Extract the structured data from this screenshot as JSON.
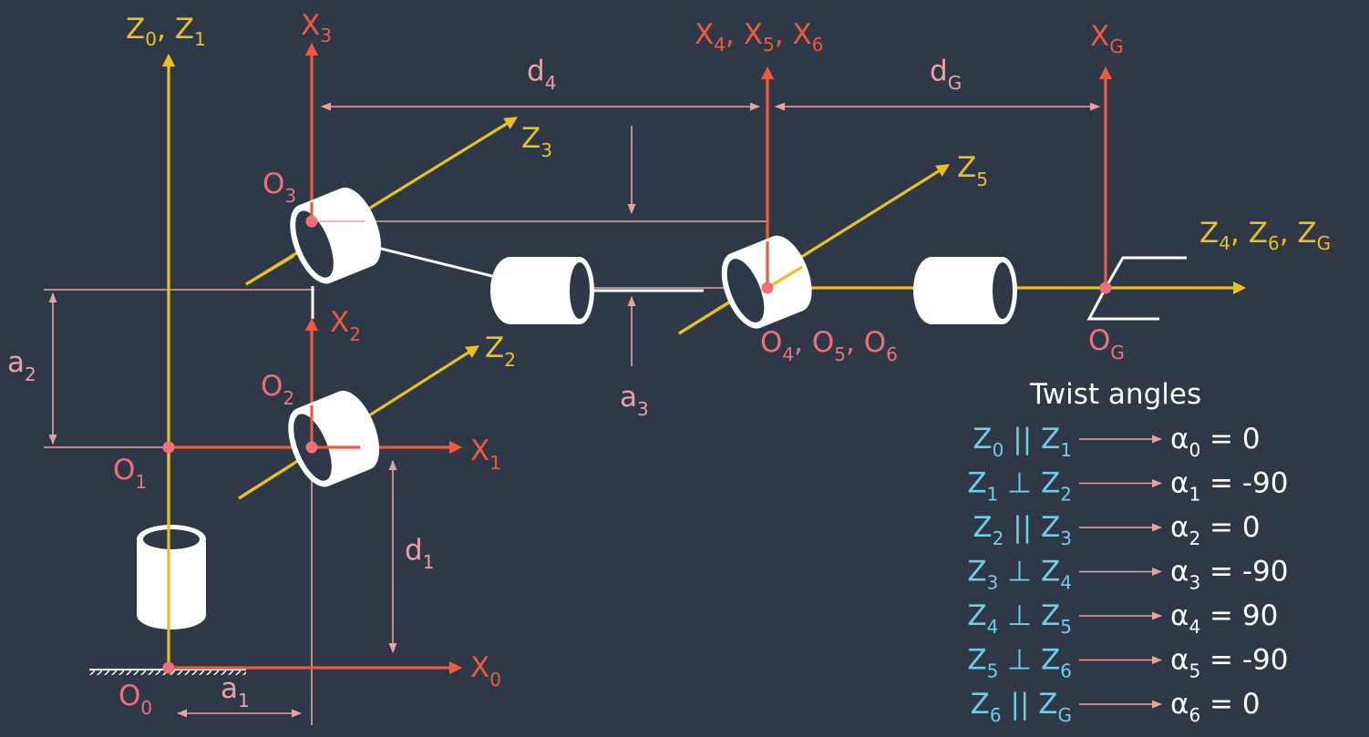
{
  "colors": {
    "background": "#2e3847",
    "z_axis": "#e8c020",
    "x_axis": "#f0593e",
    "origin_label": "#f0707a",
    "dimension": "#e9a2a2",
    "link": "#ffffff",
    "relation": "#6fcde8",
    "twist_text": "#ffffff"
  },
  "axes_labels": {
    "z0z1": {
      "a": "Z",
      "as": "0",
      "sep": ", ",
      "b": "Z",
      "bs": "1"
    },
    "x3": {
      "a": "X",
      "as": "3"
    },
    "x456": {
      "a": "X",
      "as": "4",
      "sep": ", ",
      "b": "X",
      "bs": "5",
      "sep2": ", ",
      "c": "X",
      "cs": "6"
    },
    "xg": {
      "a": "X",
      "as": "G"
    },
    "z3": {
      "a": "Z",
      "as": "3"
    },
    "z5": {
      "a": "Z",
      "as": "5"
    },
    "z46g": {
      "a": "Z",
      "as": "4",
      "sep": ", ",
      "b": "Z",
      "bs": "6",
      "sep2": ", ",
      "c": "Z",
      "cs": "G"
    },
    "x2": {
      "a": "X",
      "as": "2"
    },
    "z2": {
      "a": "Z",
      "as": "2"
    },
    "x1": {
      "a": "X",
      "as": "1"
    },
    "x0": {
      "a": "X",
      "as": "0"
    }
  },
  "origin_labels": {
    "o3": {
      "a": "O",
      "as": "3"
    },
    "o2": {
      "a": "O",
      "as": "2"
    },
    "o1": {
      "a": "O",
      "as": "1"
    },
    "o0": {
      "a": "O",
      "as": "0"
    },
    "o456": {
      "a": "O",
      "as": "4",
      "sep": ", ",
      "b": "O",
      "bs": "5",
      "sep2": ", ",
      "c": "O",
      "cs": "6"
    },
    "og": {
      "a": "O",
      "as": "G"
    }
  },
  "dimension_labels": {
    "d4": {
      "a": "d",
      "as": "4"
    },
    "dg": {
      "a": "d",
      "as": "G"
    },
    "a2": {
      "a": "a",
      "as": "2"
    },
    "a3": {
      "a": "a",
      "as": "3"
    },
    "d1": {
      "a": "d",
      "as": "1"
    },
    "a1": {
      "a": "a",
      "as": "1"
    }
  },
  "twist": {
    "title": "Twist angles",
    "rows": [
      {
        "za": "Z",
        "zas": "0",
        "rel": "||",
        "zb": "Z",
        "zbs": "1",
        "alpha": "α",
        "alphas": "0",
        "eq": "= 0"
      },
      {
        "za": "Z",
        "zas": "1",
        "rel": "⊥",
        "zb": "Z",
        "zbs": "2",
        "alpha": "α",
        "alphas": "1",
        "eq": "= -90"
      },
      {
        "za": "Z",
        "zas": "2",
        "rel": "||",
        "zb": "Z",
        "zbs": "3",
        "alpha": "α",
        "alphas": "2",
        "eq": "= 0"
      },
      {
        "za": "Z",
        "zas": "3",
        "rel": "⊥",
        "zb": "Z",
        "zbs": "4",
        "alpha": "α",
        "alphas": "3",
        "eq": "= -90"
      },
      {
        "za": "Z",
        "zas": "4",
        "rel": "⊥",
        "zb": "Z",
        "zbs": "5",
        "alpha": "α",
        "alphas": "4",
        "eq": "= 90"
      },
      {
        "za": "Z",
        "zas": "5",
        "rel": "⊥",
        "zb": "Z",
        "zbs": "6",
        "alpha": "α",
        "alphas": "5",
        "eq": "= -90"
      },
      {
        "za": "Z",
        "zas": "6",
        "rel": "||",
        "zb": "Z",
        "zbs": "G",
        "alpha": "α",
        "alphas": "6",
        "eq": "= 0"
      }
    ]
  }
}
